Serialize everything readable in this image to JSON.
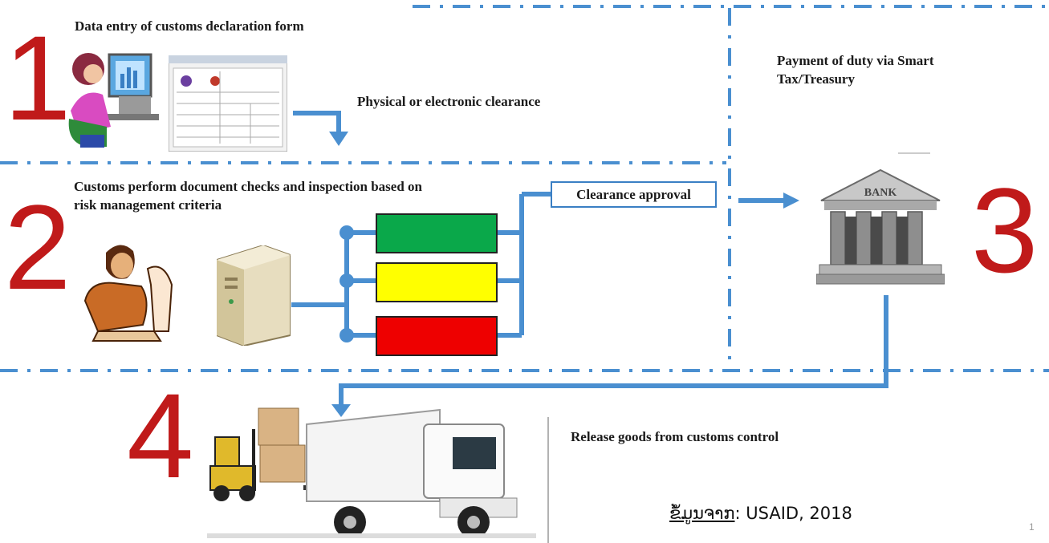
{
  "steps": {
    "step1": {
      "number": "1",
      "label": "Data entry of customs declaration form"
    },
    "step2": {
      "number": "2",
      "label": "Customs perform document checks and inspection based on risk management criteria"
    },
    "step3": {
      "number": "3",
      "label": "Payment of duty via Smart Tax/Treasury"
    },
    "step4": {
      "number": "4",
      "label": "Release goods from customs control"
    }
  },
  "flow": {
    "physical_clearance": "Physical or electronic clearance",
    "clearance_approval": "Clearance approval",
    "bank_label": "BANK"
  },
  "risk_channels": [
    "green",
    "yellow",
    "red"
  ],
  "colors": {
    "number_red": "#c01a1a",
    "connector_blue": "#4a8fd0",
    "green": "#0aa84a",
    "yellow": "#ffff00",
    "red": "#ee0000"
  },
  "source": {
    "prefix": "ຂໍ້ມູນຈາກ",
    "text": ": USAID, 2018"
  },
  "page_number": "1"
}
